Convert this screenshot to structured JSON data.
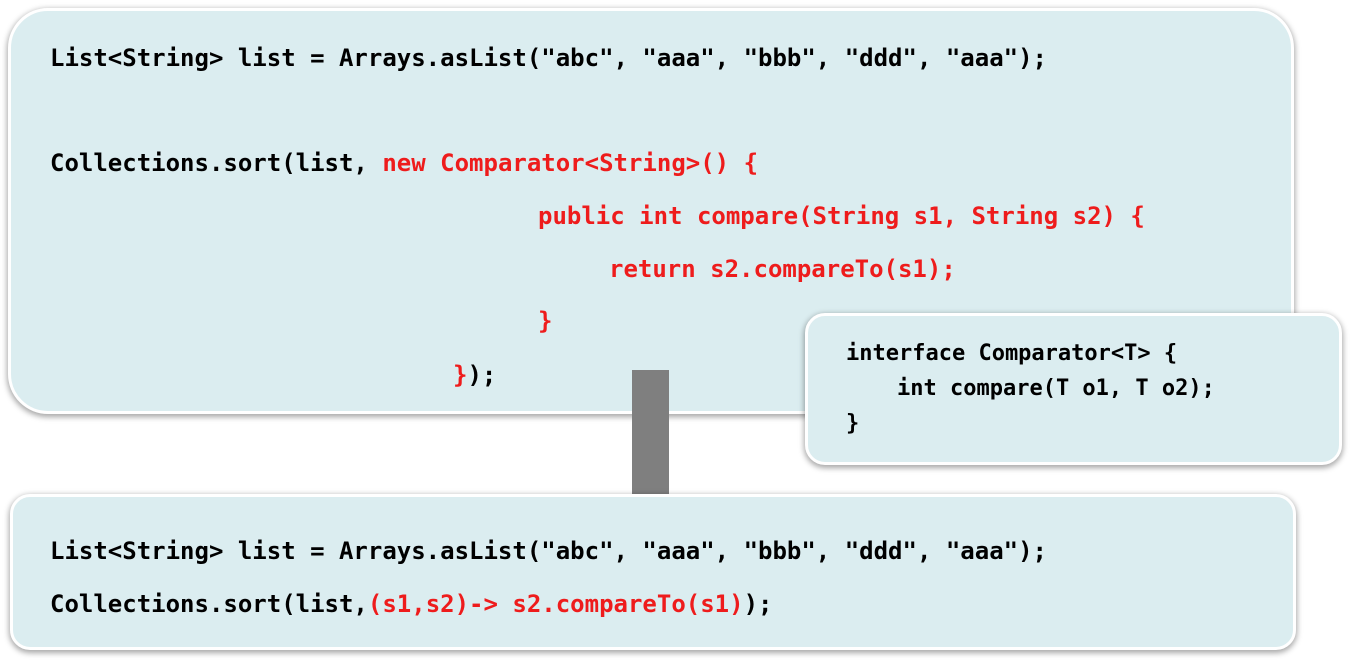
{
  "colors": {
    "box_fill": "#dbedf0",
    "code_black": "#000000",
    "code_red": "#ee1c1c",
    "arrow_gray": "#7f7f7f"
  },
  "top_box": {
    "line1": "List<String> list = Arrays.asList(\"abc\", \"aaa\", \"bbb\", \"ddd\", \"aaa\");",
    "line2_plain": "Collections.sort(list, ",
    "line2_red": "new Comparator<String>() {",
    "line3_red": "public int compare(String s1, String s2) {",
    "line4_red": "return s2.compareTo(s1);",
    "line5_red": "}",
    "line6_red": "}",
    "line6_plain": ");"
  },
  "interface_box": {
    "line1": "interface Comparator<T> {",
    "line2": "int compare(T o1, T o2);",
    "line3": "}"
  },
  "bottom_box": {
    "line1": "List<String> list = Arrays.asList(\"abc\", \"aaa\", \"bbb\", \"ddd\", \"aaa\");",
    "line2_plain_a": "Collections.sort(list,",
    "line2_red": "(s1,s2)-> s2.compareTo(s1)",
    "line2_plain_b": ");"
  }
}
